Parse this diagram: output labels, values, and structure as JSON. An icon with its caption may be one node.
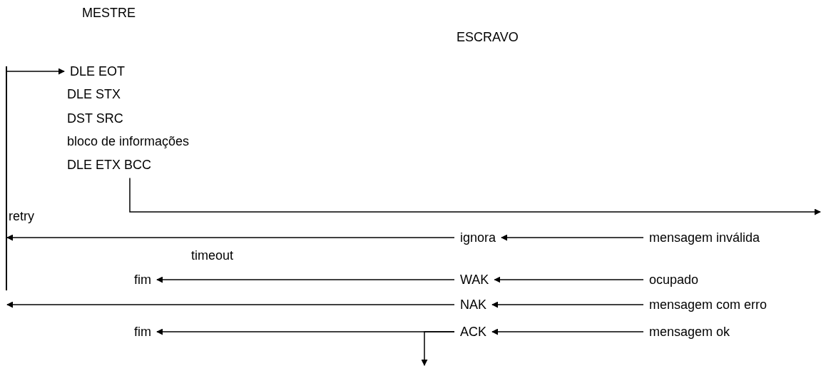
{
  "diagram": {
    "nodes": [
      {
        "text": [],
        "shape": "bar",
        "beside": [
          "retry"
        ]
      },
      {
        "text": [
          "DLE EOT"
        ]
      },
      {
        "text": [
          "DLE ETX BCC"
        ]
      },
      {
        "text": [
          "ignora"
        ]
      },
      {
        "text": [
          "mensagem inválida"
        ]
      },
      {
        "text": [
          "fim"
        ]
      },
      {
        "text": [
          "WAK"
        ]
      },
      {
        "text": [
          "ocupado"
        ]
      },
      {
        "text": [
          "NAK"
        ]
      },
      {
        "text": [
          "mensagem com erro"
        ]
      },
      {
        "text": [
          "fim"
        ]
      },
      {
        "text": [
          "ACK"
        ]
      },
      {
        "text": [
          "mensagem ok"
        ]
      }
    ],
    "edges": [
      {
        "from": 0,
        "to": 1,
        "arrow": "to"
      },
      {
        "from": 2,
        "to": null,
        "arrow": "to"
      },
      {
        "from": 4,
        "to": 3,
        "arrow": "to"
      },
      {
        "from": 3,
        "to": 0,
        "arrow": "to",
        "label": "timeout"
      },
      {
        "from": 7,
        "to": 6,
        "arrow": "to"
      },
      {
        "from": 6,
        "to": 5,
        "arrow": "to"
      },
      {
        "from": 9,
        "to": 8,
        "arrow": "to"
      },
      {
        "from": 8,
        "to": 0,
        "arrow": "to"
      },
      {
        "from": 12,
        "to": 11,
        "arrow": "to"
      },
      {
        "from": 11,
        "to": 10,
        "arrow": "to"
      },
      {
        "from": 11,
        "to": null,
        "arrow": "to"
      }
    ],
    "labels": [
      "MESTRE",
      "ESCRAVO",
      "DLE STX",
      "DST SRC",
      "bloco de informações"
    ]
  }
}
